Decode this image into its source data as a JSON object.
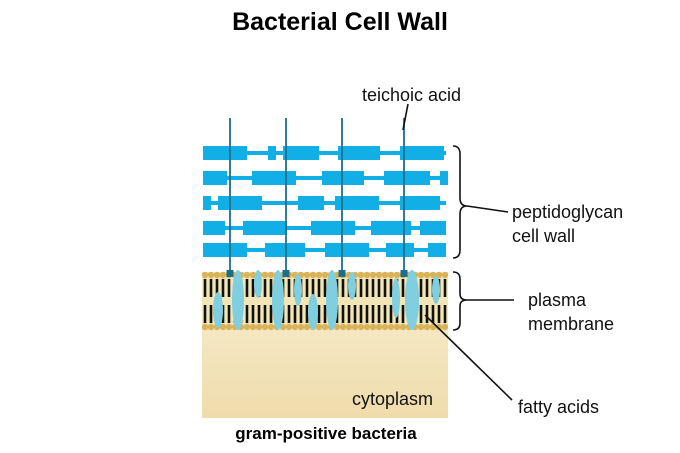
{
  "title": "Bacterial Cell Wall",
  "caption": "gram-positive bacteria",
  "labels": {
    "teichoic": "teichoic acid",
    "pepto_line1": "peptidoglycan",
    "pepto_line2": "cell wall",
    "plasma_line1": "plasma",
    "plasma_line2": "membrane",
    "cytoplasm": "cytoplasm",
    "fatty": "fatty acids"
  },
  "colors": {
    "peptidoglycan": "#12aee6",
    "teichoic_acid": "#1c6e8c",
    "membrane_head": "#d8b35a",
    "membrane_fill": "#f3e6b6",
    "lipid_tail": "#111111",
    "fatty_acid": "#7fcfe0",
    "cytoplasm_top": "#f4e7c2",
    "cytoplasm_bottom": "#efdcab"
  }
}
